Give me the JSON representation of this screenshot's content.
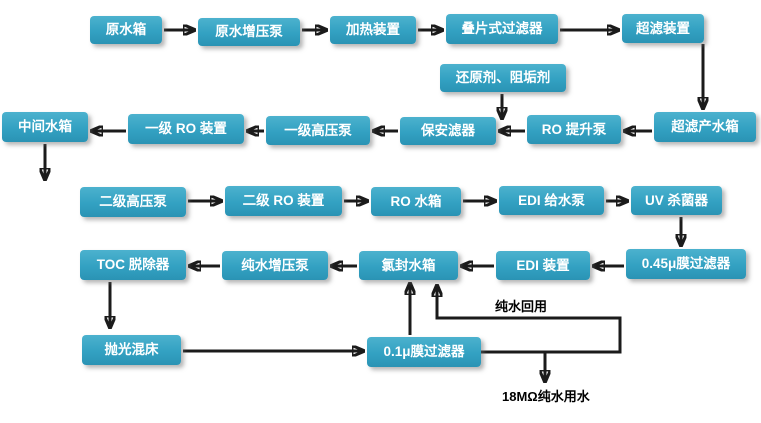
{
  "diagram": {
    "type": "water-treatment-process-flow",
    "background": "#ffffff",
    "colors": {
      "node_fill": "#33a1c2",
      "node_fill_top": "#4cb2ce",
      "node_fill_bottom": "#2a93b4",
      "node_text": "#ffffff",
      "arrow": "#1b1b1b",
      "label_text": "#000000"
    },
    "nodes": {
      "raw_water_tank": "原水箱",
      "raw_booster_pump": "原水增压泵",
      "heater": "加热装置",
      "disc_filter": "叠片式过滤器",
      "uf_unit": "超滤装置",
      "dosing": "还原剂、阻垢剂",
      "mid_tank": "中间水箱",
      "ro1_unit": "一级 RO 装置",
      "hp_pump1": "一级高压泵",
      "security_filter": "保安滤器",
      "ro_lift_pump": "RO 提升泵",
      "uf_product_tank": "超滤产水箱",
      "hp_pump2": "二级高压泵",
      "ro2_unit": "二级 RO 装置",
      "ro_tank": "RO 水箱",
      "edi_feed_pump": "EDI 给水泵",
      "uv_sterilizer": "UV 杀菌器",
      "toc_remover": "TOC 脱除器",
      "pure_booster_pump": "纯水增压泵",
      "sealed_tank": "氯封水箱",
      "edi_unit": "EDI 装置",
      "filter_045": "0.45μ膜过滤器",
      "polish_bed": "抛光混床",
      "filter_01": "0.1μ膜过滤器"
    },
    "labels": {
      "reuse": "纯水回用",
      "output": "18MΩ纯水用水"
    },
    "edges": [
      {
        "from": "raw_water_tank",
        "to": "raw_booster_pump"
      },
      {
        "from": "raw_booster_pump",
        "to": "heater"
      },
      {
        "from": "heater",
        "to": "disc_filter"
      },
      {
        "from": "disc_filter",
        "to": "uf_unit"
      },
      {
        "from": "uf_unit",
        "to": "uf_product_tank"
      },
      {
        "from": "uf_product_tank",
        "to": "ro_lift_pump"
      },
      {
        "from": "dosing",
        "to": "security_filter"
      },
      {
        "from": "ro_lift_pump",
        "to": "security_filter"
      },
      {
        "from": "security_filter",
        "to": "hp_pump1"
      },
      {
        "from": "hp_pump1",
        "to": "ro1_unit"
      },
      {
        "from": "ro1_unit",
        "to": "mid_tank"
      },
      {
        "from": "mid_tank",
        "to": "hp_pump2"
      },
      {
        "from": "hp_pump2",
        "to": "ro2_unit"
      },
      {
        "from": "ro2_unit",
        "to": "ro_tank"
      },
      {
        "from": "ro_tank",
        "to": "edi_feed_pump"
      },
      {
        "from": "edi_feed_pump",
        "to": "uv_sterilizer"
      },
      {
        "from": "uv_sterilizer",
        "to": "filter_045"
      },
      {
        "from": "filter_045",
        "to": "edi_unit"
      },
      {
        "from": "edi_unit",
        "to": "sealed_tank"
      },
      {
        "from": "sealed_tank",
        "to": "pure_booster_pump"
      },
      {
        "from": "pure_booster_pump",
        "to": "toc_remover"
      },
      {
        "from": "toc_remover",
        "to": "polish_bed"
      },
      {
        "from": "polish_bed",
        "to": "filter_01"
      },
      {
        "from": "filter_01",
        "to": "sealed_tank"
      },
      {
        "from": "filter_01",
        "to": "sealed_tank",
        "label": "纯水回用"
      },
      {
        "from": "filter_01",
        "to": "point_of_use",
        "label": "18MΩ纯水用水"
      }
    ]
  }
}
